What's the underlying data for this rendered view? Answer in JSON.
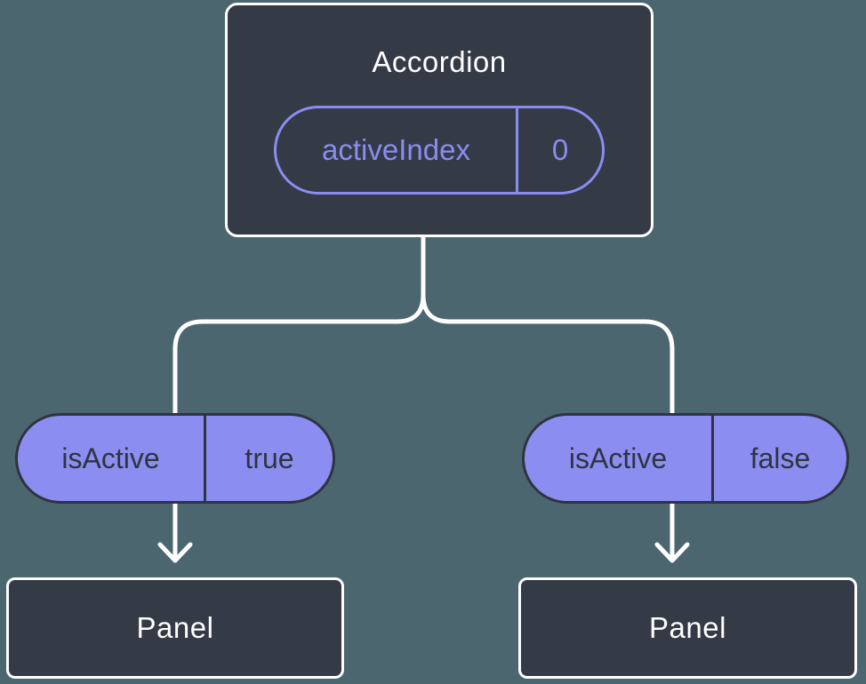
{
  "diagram": {
    "root": {
      "title": "Accordion",
      "state": {
        "name": "activeIndex",
        "value": "0"
      }
    },
    "children": [
      {
        "prop": {
          "name": "isActive",
          "value": "true"
        },
        "node_title": "Panel"
      },
      {
        "prop": {
          "name": "isActive",
          "value": "false"
        },
        "node_title": "Panel"
      }
    ]
  },
  "colors": {
    "background": "#4c6670",
    "node_fill": "#343a46",
    "node_border": "#ffffff",
    "accent_purple": "#8b8ef0",
    "pill_outline_purple": "#8a8df0",
    "pill_text_dark": "#2e3440",
    "connector": "#ffffff"
  }
}
